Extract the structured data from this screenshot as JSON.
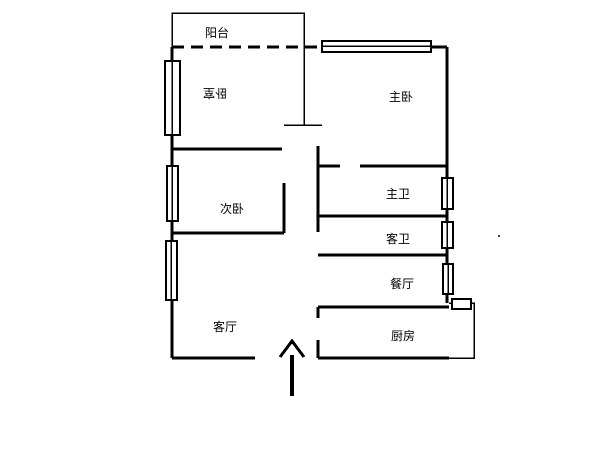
{
  "rooms": {
    "balcony": "阳台",
    "bedroom": "卧室",
    "master_bedroom": "主卧",
    "second_bedroom": "次卧",
    "master_bath": "主卫",
    "guest_bath": "客卫",
    "dining_room": "餐厅",
    "living_room": "客厅",
    "kitchen": "厨房"
  }
}
